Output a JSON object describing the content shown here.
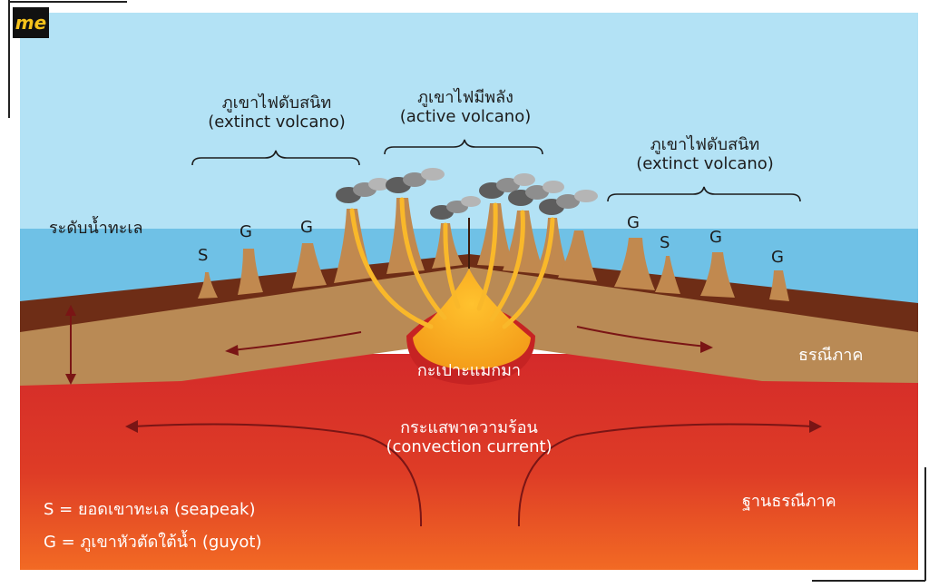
{
  "brand": {
    "logo_text": "me"
  },
  "labels": {
    "extinct_left_th": "ภูเขาไฟดับสนิท",
    "extinct_left_en": "(extinct volcano)",
    "active_th": "ภูเขาไฟมีพลัง",
    "active_en": "(active volcano)",
    "extinct_right_th": "ภูเขาไฟดับสนิท",
    "extinct_right_en": "(extinct volcano)",
    "sea_level": "ระดับน้ำทะเล",
    "plate": "ธรณีภาค",
    "magma_chamber": "กะเปาะแมกมา",
    "convection_th": "กระแสพาความร้อน",
    "convection_en": "(convection current)",
    "asthenosphere": "ฐานธรณีภาค"
  },
  "seamount_marks": {
    "left": [
      "S",
      "G",
      "G"
    ],
    "right": [
      "G",
      "S",
      "G",
      "G"
    ]
  },
  "legend": {
    "s_line": "S = ยอดเขาทะเล (seapeak)",
    "g_line": "G = ภูเขาหัวตัดใต้น้ำ (guyot)"
  },
  "colors": {
    "sky": "#b3e2f5",
    "sea": "#6fc1e6",
    "crust_dark": "#6e2d16",
    "crust_light": "#b98a55",
    "volcano": "#c1894f",
    "magma": "#f6a81f",
    "mantle_top": "#d42a2a",
    "mantle_bottom": "#f26a24",
    "arrow": "#7a1515"
  }
}
